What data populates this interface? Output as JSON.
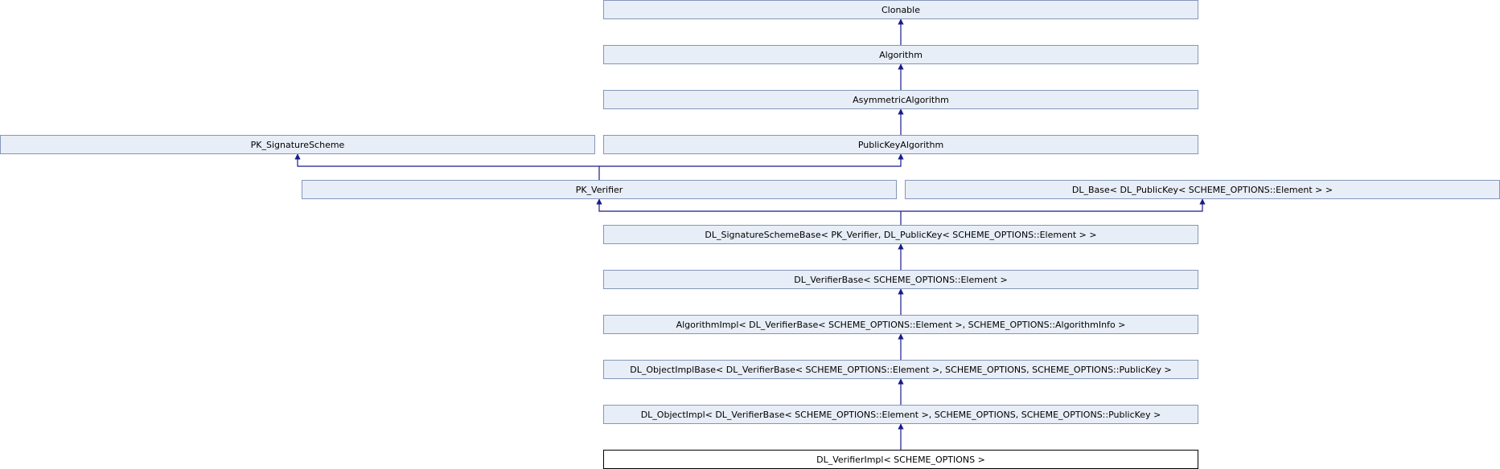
{
  "colors": {
    "node_fill": "#e8eef7",
    "node_border": "#8496b8",
    "current_node_border": "#000000",
    "edge": "#1a1a8c"
  },
  "nodes": [
    {
      "label": "Clonable"
    },
    {
      "label": "Algorithm"
    },
    {
      "label": "AsymmetricAlgorithm"
    },
    {
      "label": "PK_SignatureScheme"
    },
    {
      "label": "PublicKeyAlgorithm"
    },
    {
      "label": "PK_Verifier"
    },
    {
      "label": "DL_Base< DL_PublicKey< SCHEME_OPTIONS::Element > >"
    },
    {
      "label": "DL_SignatureSchemeBase< PK_Verifier, DL_PublicKey< SCHEME_OPTIONS::Element > >"
    },
    {
      "label": "DL_VerifierBase< SCHEME_OPTIONS::Element >"
    },
    {
      "label": "AlgorithmImpl< DL_VerifierBase< SCHEME_OPTIONS::Element >, SCHEME_OPTIONS::AlgorithmInfo >"
    },
    {
      "label": "DL_ObjectImplBase< DL_VerifierBase< SCHEME_OPTIONS::Element >, SCHEME_OPTIONS, SCHEME_OPTIONS::PublicKey >"
    },
    {
      "label": "DL_ObjectImpl< DL_VerifierBase< SCHEME_OPTIONS::Element >, SCHEME_OPTIONS, SCHEME_OPTIONS::PublicKey >"
    },
    {
      "label": "DL_VerifierImpl< SCHEME_OPTIONS >"
    }
  ]
}
